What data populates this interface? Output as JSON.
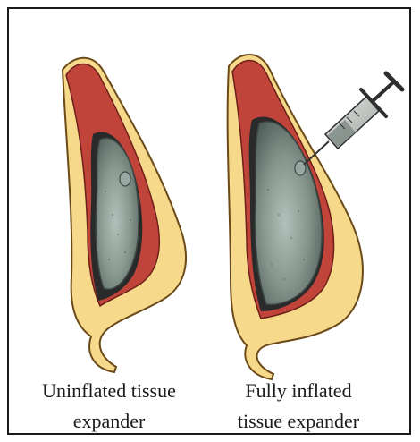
{
  "panels": [
    {
      "caption": [
        "Uninflated tissue",
        "expander"
      ]
    },
    {
      "caption": [
        "Fully inflated",
        "tissue expander"
      ]
    }
  ],
  "colors": {
    "border": "#1a1a1a",
    "skin": "#f6d98a",
    "skin_outline": "#6b4a1a",
    "muscle": "#c0443a",
    "cavity": "#2a2a2a",
    "implant": "#7d8d88",
    "implant_highlight": "#aab7b2",
    "syringe": "#c8ccc8"
  },
  "icons": [
    "syringe"
  ]
}
